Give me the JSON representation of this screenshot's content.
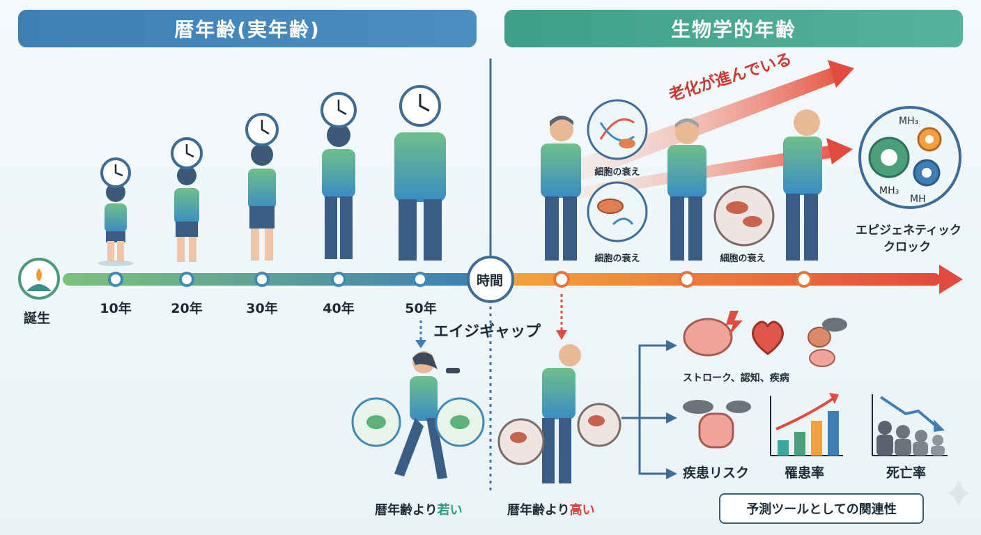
{
  "banners": {
    "chronological": "暦年齢(実年齢)",
    "biological": "生物学的年齢"
  },
  "timeline": {
    "birth": "誕生",
    "ages": [
      "10年",
      "20年",
      "30年",
      "40年",
      "50年"
    ],
    "time": "時間"
  },
  "aging_arrow": "老化が進んでいる",
  "cell_decline": "細胞の衰え",
  "epigenetic_clock": {
    "line1": "エピジェネティック",
    "line2": "クロック",
    "labels": [
      "MH₃",
      "MH₃",
      "MH"
    ]
  },
  "age_gap": "エイジギャップ",
  "younger": {
    "prefix": "暦年齢より",
    "highlight": "若い",
    "color": "#2e9a7a"
  },
  "older": {
    "prefix": "暦年齢より",
    "highlight": "高い",
    "color": "#d9403a"
  },
  "outcomes": {
    "diseases": "ストローク、認知、疾病",
    "disease_risk": "疾患リスク",
    "morbidity": "罹患率",
    "mortality": "死亡率"
  },
  "predictive_box": "予測ツールとしての関連性",
  "colors": {
    "blue": "#3f7fb4",
    "teal": "#3f9f8b",
    "orange": "#f0a040",
    "red": "#e05a4a"
  }
}
